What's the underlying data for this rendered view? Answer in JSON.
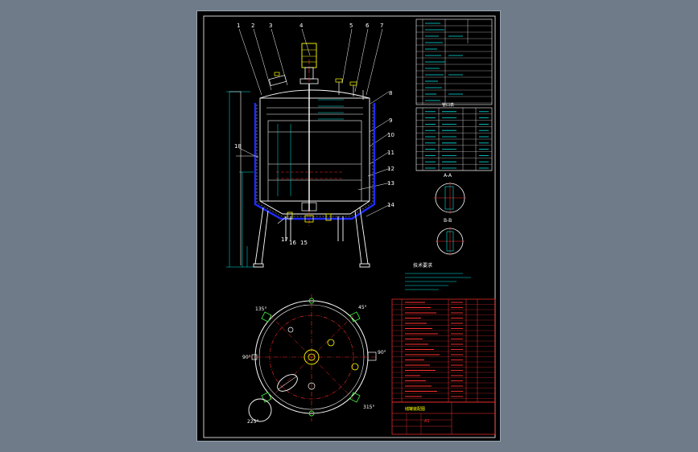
{
  "drawing": {
    "part_numbers": [
      "1",
      "2",
      "3",
      "4",
      "5",
      "6",
      "7",
      "8",
      "9",
      "10",
      "11",
      "12",
      "13",
      "14",
      "15",
      "16",
      "17",
      "18"
    ],
    "angle_labels": [
      "135°",
      "45°",
      "90°",
      "90°",
      "225°",
      "315°"
    ],
    "section_labels": [
      "A-A",
      "B-B"
    ],
    "tech_requirements_title": "技术要求",
    "design_table_title": "技术特性",
    "nozzle_table_title": "管口表",
    "title_block_name": "储罐装配图",
    "title_block_drawing_no": "A1",
    "colors": {
      "background": "#6f7b88",
      "sheet": "#000000",
      "outline": "#ffffff",
      "dimension": "#00e5e5",
      "center_line": "#ff2a2a",
      "table_line": "#ff3030",
      "jacket": "#1e2bff",
      "highlight": "#ffff00",
      "nozzle": "#3ddc3d"
    }
  }
}
